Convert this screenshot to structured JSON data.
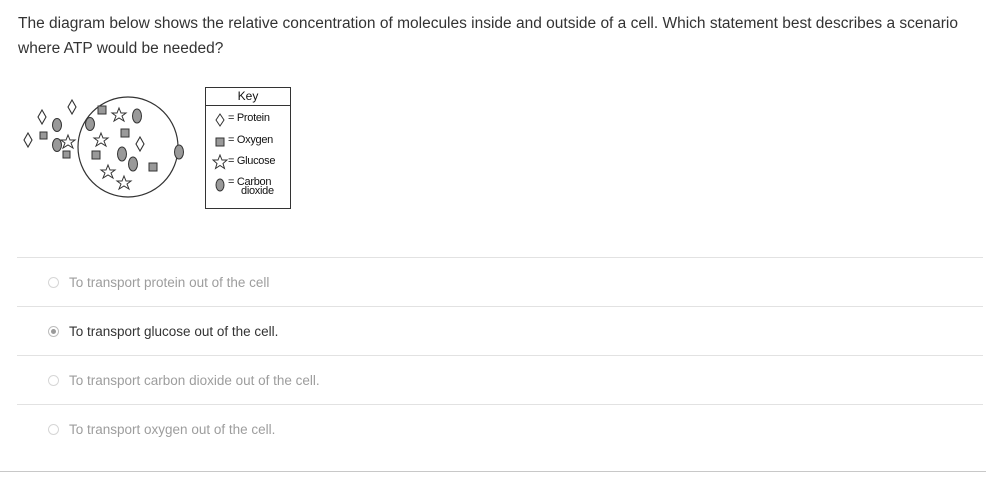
{
  "question": {
    "text": "The diagram below shows the relative concentration of molecules inside and outside of a cell. Which statement best describes a scenario where ATP would be needed?"
  },
  "diagram": {
    "key": {
      "title": "Key",
      "items": [
        {
          "icon": "diamond-icon",
          "label": "= Protein"
        },
        {
          "icon": "square-icon",
          "label": "= Oxygen"
        },
        {
          "icon": "star-icon",
          "label": "= Glucose"
        },
        {
          "icon": "oval-icon",
          "label_line1": "= Carbon",
          "label_line2": "dioxide"
        }
      ]
    }
  },
  "answers": {
    "options": [
      {
        "label": "To transport protein out of the cell",
        "selected": false
      },
      {
        "label": "To transport glucose out of the cell.",
        "selected": true
      },
      {
        "label": "To transport carbon dioxide out of the cell.",
        "selected": false
      },
      {
        "label": "To transport oxygen out of the cell.",
        "selected": false
      }
    ]
  }
}
